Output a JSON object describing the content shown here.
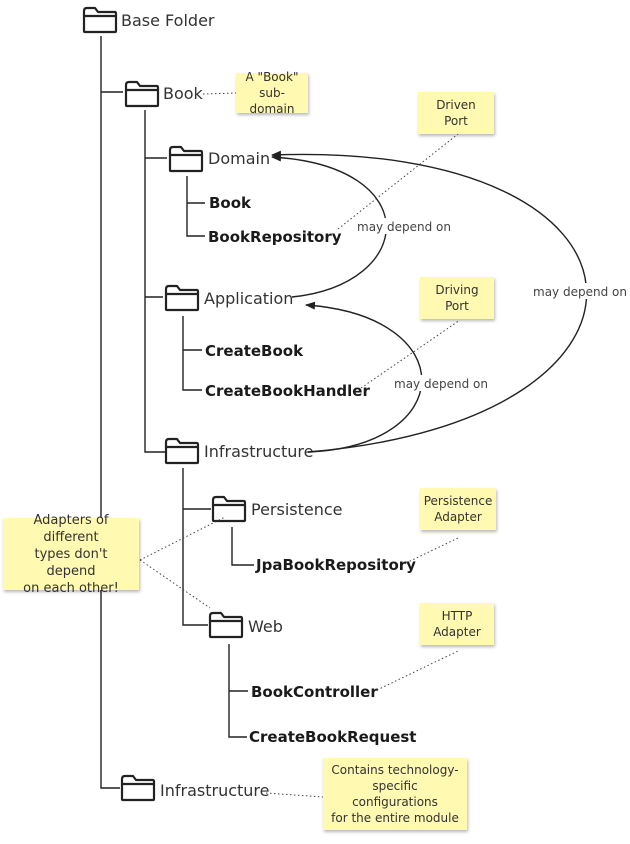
{
  "folders": {
    "base": "Base Folder",
    "book": "Book",
    "domain": "Domain",
    "application": "Application",
    "infrastructure": "Infrastructure",
    "persistence": "Persistence",
    "web": "Web",
    "root_infrastructure": "Infrastructure"
  },
  "files": {
    "book": "Book",
    "book_repository": "BookRepository",
    "create_book": "CreateBook",
    "create_book_handler": "CreateBookHandler",
    "jpa_book_repository": "JpaBookRepository",
    "book_controller": "BookController",
    "create_book_request": "CreateBookRequest"
  },
  "edge_labels": {
    "app_to_domain": "may depend on",
    "infra_to_app": "may depend on",
    "infra_to_domain": "may depend on"
  },
  "notes": {
    "book_subdomain": "A \"Book\"\nsub-domain",
    "driven_port": "Driven\nPort",
    "driving_port": "Driving\nPort",
    "adapters": "Adapters of different\ntypes don't depend\non each other!",
    "persistence_adapter": "Persistence\nAdapter",
    "http_adapter": "HTTP\nAdapter",
    "infra_config": "Contains technology-\nspecific configurations\nfor the entire module"
  },
  "colors": {
    "note_fill": "#fff9b1",
    "line": "#222222",
    "text": "#333333"
  }
}
